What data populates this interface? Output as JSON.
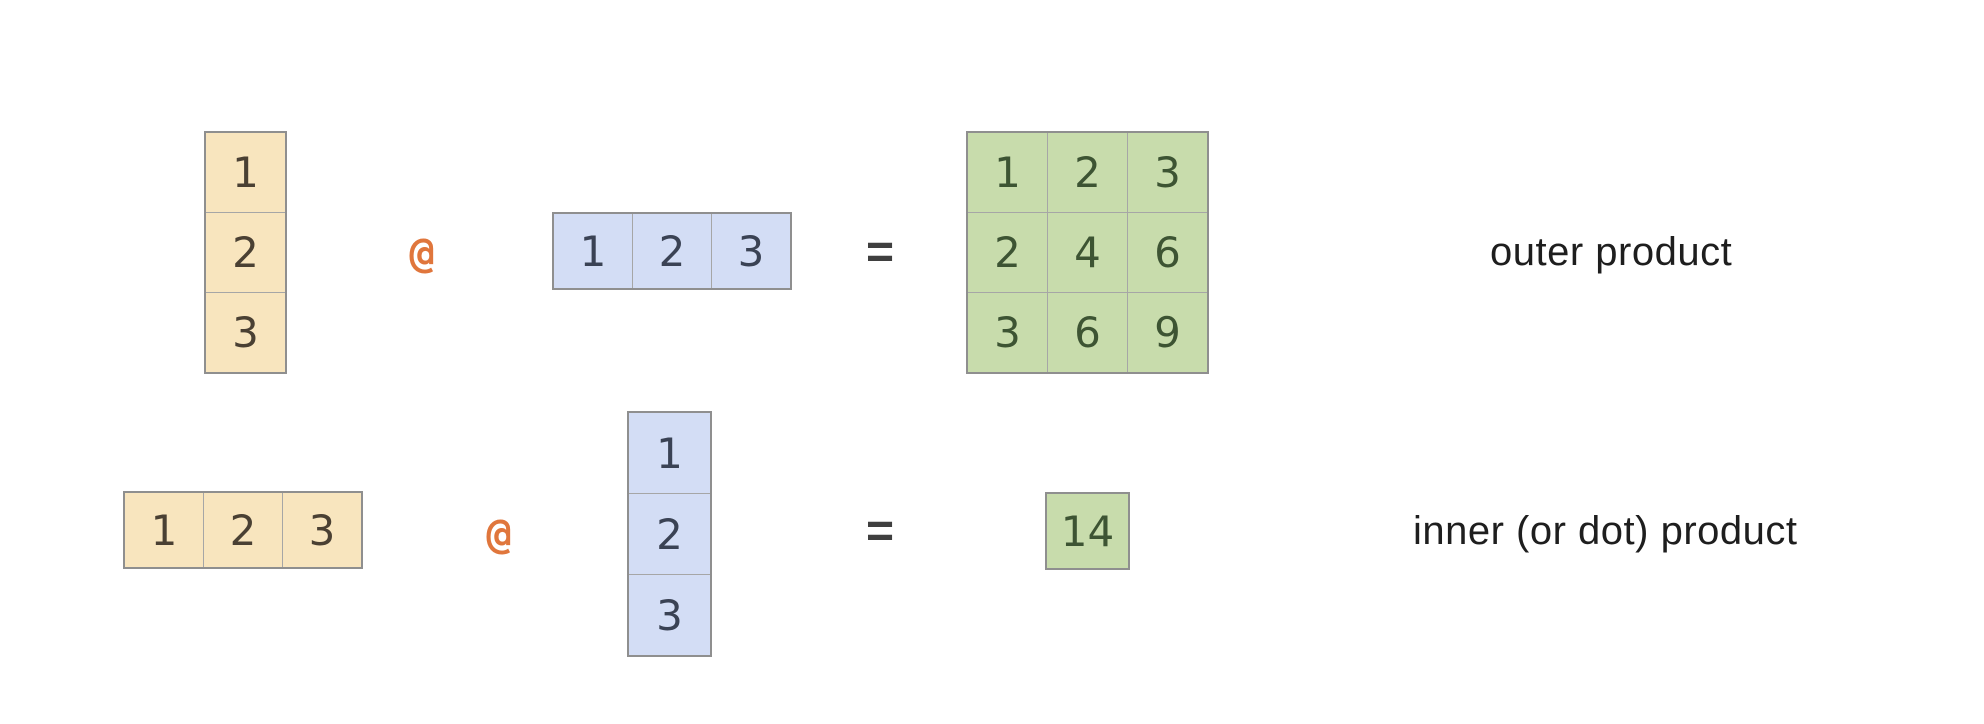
{
  "colors": {
    "background": "#ffffff",
    "tan_cell_bg": "#f8e5be",
    "tan_cell_text": "#4a4033",
    "blue_cell_bg": "#d3ddf5",
    "blue_cell_text": "#3a4254",
    "green_cell_bg": "#c8dcac",
    "green_cell_text": "#3d5433",
    "grid_border": "#8f8f8f",
    "at_operator": "#e0763c",
    "equals_sign": "#3f3f3f",
    "label_text": "#1e1e1e"
  },
  "rows": {
    "outer": {
      "left_vector": [
        "1",
        "2",
        "3"
      ],
      "operator": "@",
      "right_vector": [
        "1",
        "2",
        "3"
      ],
      "equals_sign": "=",
      "result_matrix": [
        [
          "1",
          "2",
          "3"
        ],
        [
          "2",
          "4",
          "6"
        ],
        [
          "3",
          "6",
          "9"
        ]
      ],
      "label": "outer product"
    },
    "inner": {
      "left_vector": [
        "1",
        "2",
        "3"
      ],
      "operator": "@",
      "right_vector": [
        "1",
        "2",
        "3"
      ],
      "equals_sign": "=",
      "result_scalar": "14",
      "label": "inner (or dot) product"
    }
  }
}
